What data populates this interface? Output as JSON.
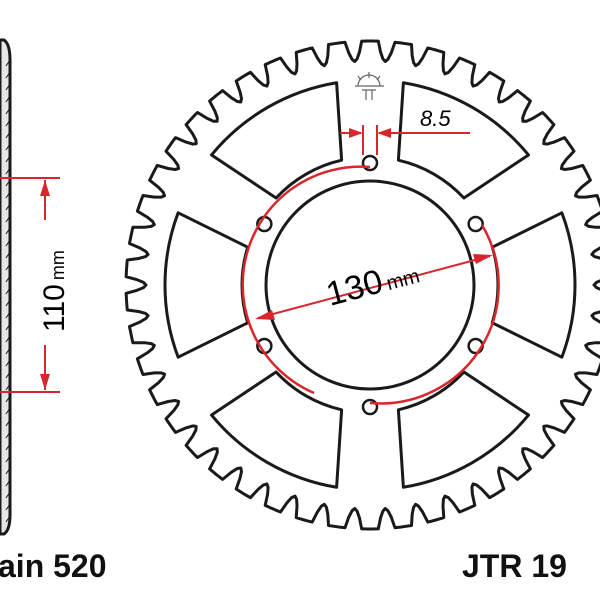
{
  "drawing": {
    "bore_diameter": {
      "value": "110",
      "unit": "mm"
    },
    "pitch_circle": {
      "value": "130",
      "unit": "mm"
    },
    "bolt_hole_dim": "8.5",
    "chain_label": "ain 520",
    "part_label": "JTR 19",
    "tooth_count": 46,
    "bolt_holes": 6,
    "cutouts": 6
  },
  "colors": {
    "outline": "#1a1a1a",
    "dimension": "#d9262c",
    "sprocket_fill": "#ffffff",
    "side_fill": "#e6e6e6"
  }
}
